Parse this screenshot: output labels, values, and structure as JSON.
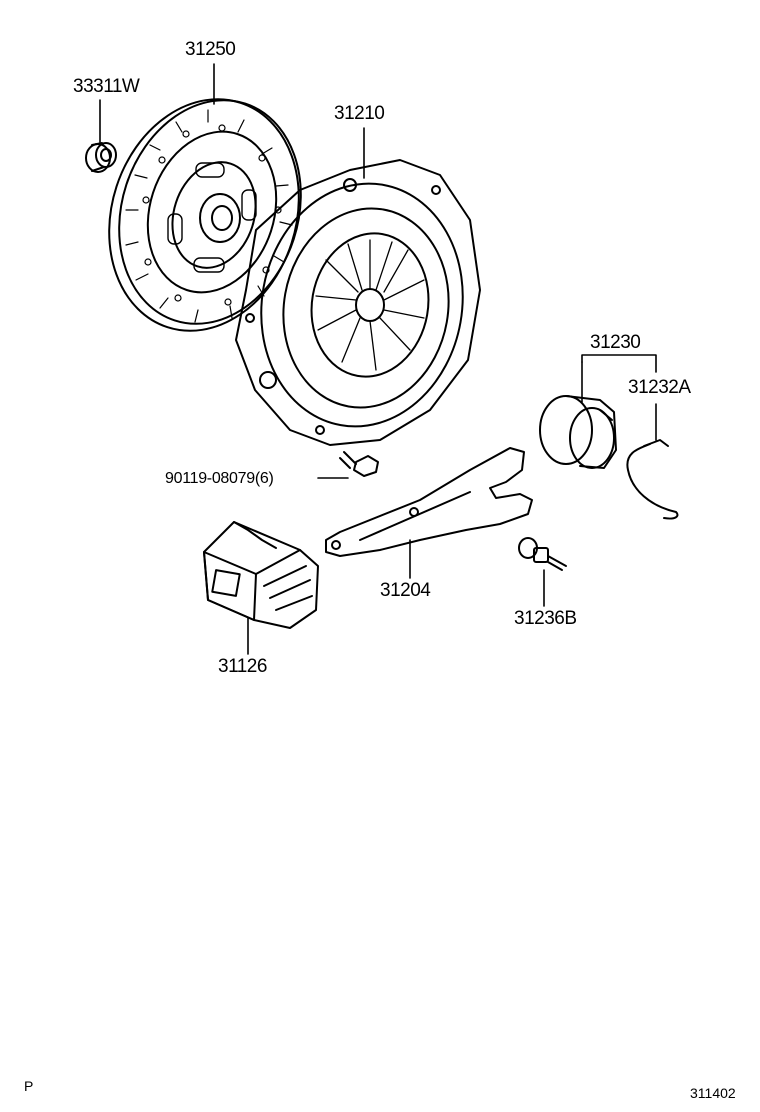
{
  "parts": {
    "release_bearing": "33311W",
    "clutch_disc": "31250",
    "pressure_plate": "31210",
    "bolt": "90119-08079(6)",
    "release_hub": "31230",
    "clip": "31232A",
    "release_fork": "31204",
    "pivot_stud": "31236B",
    "boot": "31126"
  },
  "footer": {
    "left_code": "P",
    "diagram_id": "311402"
  }
}
